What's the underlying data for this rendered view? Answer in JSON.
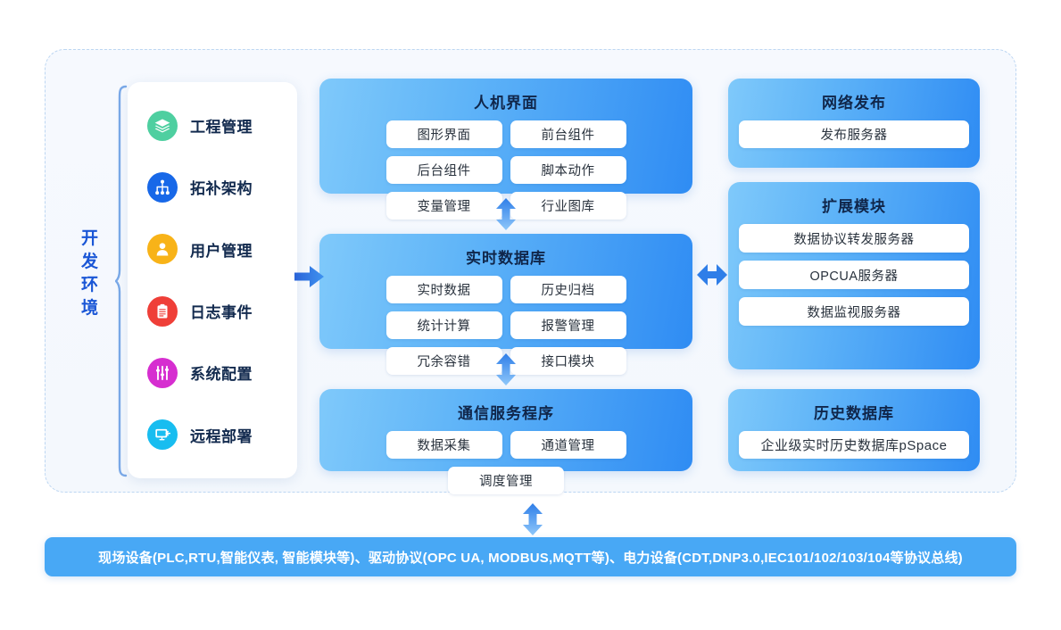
{
  "diagram": {
    "dev_env_label": "开发环境",
    "sidebar": {
      "items": [
        {
          "label": "工程管理",
          "icon": "layers-icon",
          "color": "#4ecfa0"
        },
        {
          "label": "拓补架构",
          "icon": "topology-icon",
          "color": "#1868e8"
        },
        {
          "label": "用户管理",
          "icon": "user-icon",
          "color": "#f8b318"
        },
        {
          "label": "日志事件",
          "icon": "clipboard-icon",
          "color": "#ef3f38"
        },
        {
          "label": "系统配置",
          "icon": "sliders-icon",
          "color": "#d62ed0"
        },
        {
          "label": "远程部署",
          "icon": "monitor-deploy-icon",
          "color": "#18bdf0"
        }
      ]
    },
    "panels": [
      {
        "key": "hmi",
        "title": "人机界面",
        "chips": [
          "图形界面",
          "前台组件",
          "后台组件",
          "脚本动作",
          "变量管理",
          "行业图库"
        ]
      },
      {
        "key": "rtdb",
        "title": "实时数据库",
        "chips": [
          "实时数据",
          "历史归档",
          "统计计算",
          "报警管理",
          "冗余容错",
          "接口模块"
        ]
      },
      {
        "key": "comm",
        "title": "通信服务程序",
        "chips": [
          "数据采集",
          "通道管理",
          "调度管理"
        ]
      },
      {
        "key": "web",
        "title": "网络发布",
        "chips": [
          "发布服务器"
        ]
      },
      {
        "key": "ext",
        "title": "扩展模块",
        "chips": [
          "数据协议转发服务器",
          "OPCUA服务器",
          "数据监视服务器"
        ]
      },
      {
        "key": "hist",
        "title": "历史数据库",
        "chips": [
          "企业级实时历史数据库pSpace"
        ]
      }
    ],
    "arrows": [
      {
        "name": "arrow-devenv-to-rtdb",
        "direction": "right"
      },
      {
        "name": "arrow-hmi-rtdb",
        "direction": "vertical-both"
      },
      {
        "name": "arrow-rtdb-comm",
        "direction": "vertical-both"
      },
      {
        "name": "arrow-rtdb-extension",
        "direction": "horizontal-both"
      },
      {
        "name": "arrow-comm-fielddevices",
        "direction": "vertical-both"
      }
    ],
    "banner": {
      "text": "现场设备(PLC,RTU,智能仪表, 智能模块等)、驱动协议(OPC UA, MODBUS,MQTT等)、电力设备(CDT,DNP3.0,IEC101/102/103/104等协议总线)"
    },
    "colors": {
      "panel_gradient_start": "#7fc9fa",
      "panel_gradient_end": "#2f8cf3",
      "banner_bg": "#48a8f5",
      "dev_env_text": "#1a56d6",
      "arrow_blue": "#2f7ee8",
      "dashed_border": "#bcd6f2"
    }
  }
}
